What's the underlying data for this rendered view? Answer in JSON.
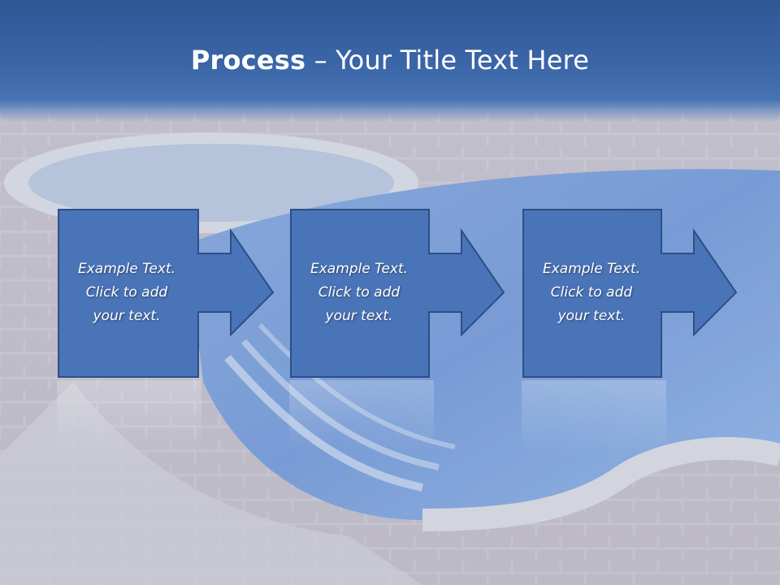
{
  "slide": {
    "title_bold": "Process",
    "title_rest": " – Your Title Text Here"
  },
  "steps": [
    {
      "text": "Example Text.\nClick  to add\nyour text."
    },
    {
      "text": "Example Text.\nClick  to add\nyour text."
    },
    {
      "text": "Example Text.\nClick  to add\nyour text."
    }
  ],
  "colors": {
    "header": "#3b66a8",
    "box_fill": "#4a74b8",
    "box_stroke": "#2c4f86",
    "text": "#ffffff"
  }
}
